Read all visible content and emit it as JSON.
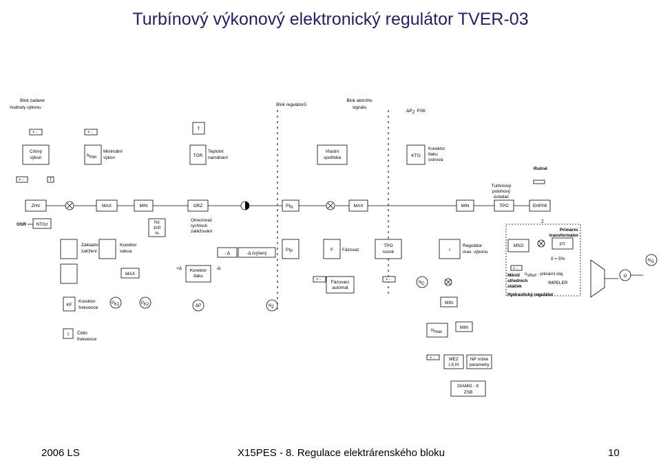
{
  "title": "Turbínový výkonový elektronický regulátor TVER-03",
  "headers": {
    "blok_zadane_1": "Blok zadané",
    "blok_zadane_2": "hodnoty výkonu",
    "blok_regulatoru": "Blok regulátorů",
    "blok_akcniho_1": "Blok akčního",
    "blok_akcniho_2": "signálu",
    "dpz": "ΔP",
    "dpz_sub": "Z",
    "psk": "PSK"
  },
  "blocks": {
    "t_top": "T",
    "cilovy_1": "Cílový",
    "cilovy_2": "výkon",
    "nmin": "N",
    "nmin_sub": "min",
    "minimalni_1": "Minimální",
    "minimalni_2": "výkon",
    "tor": "TOR",
    "teplotni_1": "Teplotní",
    "teplotni_2": "namáhání",
    "vlastni_1": "Vlastní",
    "vlastni_2": "spotřeba",
    "kto": "KTO",
    "korektor_tlaku_1": "Korektor",
    "korektor_tlaku_2": "tlaku",
    "korektor_tlaku_3": "ostrova",
    "rucne": "Ručně",
    "turbinovy_1": "Turbínový",
    "turbinovy_2": "polohový",
    "turbinovy_3": "ovladač",
    "t_left": "T",
    "zhv": "ZHV",
    "max1": "MAX",
    "min1": "MIN",
    "orz": "ORZ",
    "pin": "PI",
    "pin_sub": "N",
    "max2": "MAX",
    "min2": "MIN",
    "tpo": "TPO",
    "ehp": "EHP08",
    "osr": "OSR",
    "ntgz": "NTGz",
    "nz_1": "Nz",
    "nz_2": "100",
    "nz_3": "%",
    "omezovac_1": "Omezovač",
    "omezovac_2": "rychlosti",
    "omezovac_3": "zatěžování",
    "z1": "Z",
    "primarni_1": "Primární",
    "primarni_2": "transformátor",
    "zakladni_1": "Základní",
    "zakladni_2": "zatížení",
    "korektor_vakua_1": "Korektor",
    "korektor_vakua_2": "vakua",
    "minus_delta": "- Δ",
    "minus_delta_zvyseny": "-Δ zvýšený",
    "pip": "PI",
    "pip_sub": "P",
    "f": "F",
    "fazovac": "Fázovač",
    "tpo_rucne_1": "TPO",
    "tpo_rucne_2": "ručně",
    "i": "I",
    "regulator_max_1": "Regulátor",
    "regulator_max_2": "max. výkonu",
    "mso": "MSO",
    "pt": "PT",
    "delta_5": "δ = 5%",
    "ng": "N",
    "ng_sub": "G",
    "max3": "MAX",
    "plus_delta": "+Δ",
    "korektor_tlaku2_1": "Korektor",
    "korektor_tlaku2_2": "tlaku",
    "minus_delta2": "-Δ",
    "fazovaci_1": "Fázovací",
    "fazovaci_2": "automat",
    "nc": "N",
    "nc_sub": "C",
    "menic_1": "Měnič",
    "menic_2": "středních",
    "menic_3": "otáček",
    "n_stred": "n",
    "n_stred_sub": "střed",
    "primarni_olej": "- primární olej",
    "impeler": "IMPELER",
    "g": "G",
    "hydraulicky": "Hydraulický regulátor",
    "kf": "KF",
    "korektor_frekvence_1": "Korektor",
    "korektor_frekvence_2": "frekvence",
    "pk1": "P",
    "pk1_sub": "K1",
    "pk2": "P",
    "pk2_sub": "K2",
    "dp": "ΔP",
    "nz_b": "N",
    "nz_b_sub": "Z",
    "min3": "MIN",
    "f_small": "f",
    "cidlo_1": "Čidlo",
    "cidlo_2": "frekvence",
    "nmax": "N",
    "nmax_sub": "max",
    "min4": "MIN",
    "mez_1": "MEZ",
    "mez_2": "I,II,III",
    "np_1": "NP nízké",
    "np_2": "parametry",
    "diamo_1": "DIAMO - K",
    "diamo_2": "ZSB"
  },
  "footer": {
    "left": "2006 LS",
    "center": "X15PES - 8. Regulace elektrárenského bloku",
    "right": "10"
  }
}
